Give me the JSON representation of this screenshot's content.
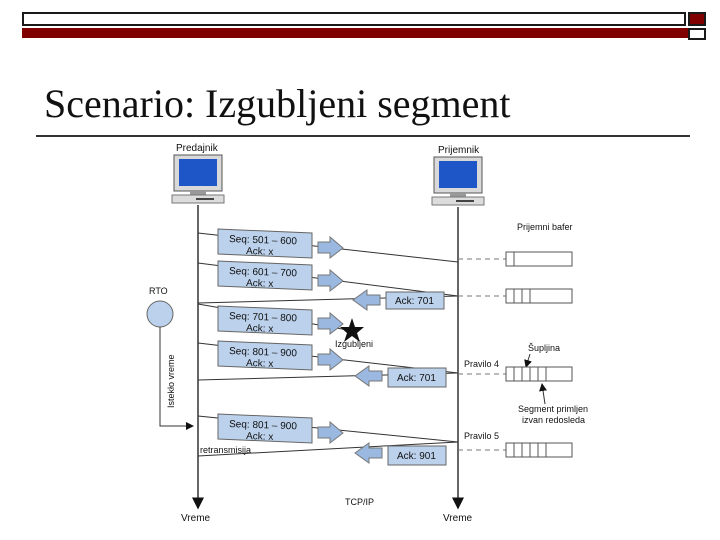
{
  "slide": {
    "title": "Scenario: Izgubljeni segment"
  },
  "labels": {
    "sender": "Predajnik",
    "receiver": "Prijemnik",
    "buffer": "Prijemni bafer",
    "rto": "RTO",
    "timer": "Istekło vreme",
    "lost": "Izgubljeni",
    "hole": "Šupljina",
    "rule4": "Pravilo 4",
    "rule5": "Pravilo 5",
    "out_of_order": "Segment primljen izvan redosleda",
    "retransmit": "retransmisija",
    "protocol": "TCP/IP",
    "time_left": "Vreme",
    "time_right": "Vreme"
  },
  "segments": [
    {
      "seq": "Seq: 501 – 600",
      "ack": "Ack: x"
    },
    {
      "seq": "Seq: 601 – 700",
      "ack": "Ack: x"
    },
    {
      "seq": "Seq: 701 – 800",
      "ack": "Ack: x"
    },
    {
      "seq": "Seq: 801 – 900",
      "ack": "Ack: x"
    },
    {
      "seq": "Seq: 801 – 900",
      "ack": "Ack: x"
    }
  ],
  "acks": [
    "Ack: 701",
    "Ack: 701",
    "Ack: 901"
  ],
  "colors": {
    "box": "#bcd2ec",
    "arrow": "#9ab8e0",
    "accent": "#800000"
  }
}
